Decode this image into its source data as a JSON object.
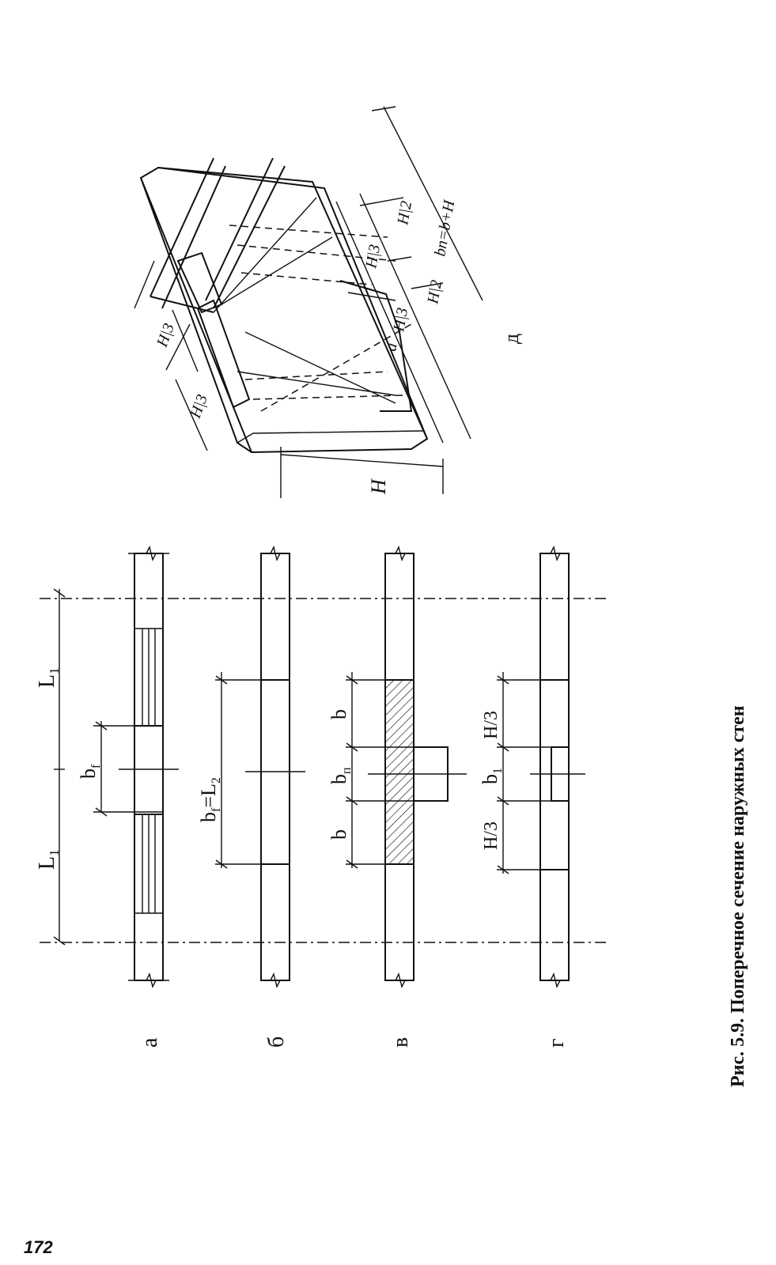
{
  "page_number": "172",
  "caption": "Рис. 5.9. Поперечное сечение наружных стен",
  "panel_labels": {
    "a": "а",
    "b": "б",
    "v": "в",
    "g": "г",
    "d": "д"
  },
  "dims_a": {
    "l1_left": "L",
    "l1_right": "L",
    "sub1": "1",
    "bf": "b",
    "bf_sub": "f"
  },
  "dims_b": {
    "bf_eq": "b",
    "bf_sub": "f",
    "eq": "=L",
    "eq_sub": "2"
  },
  "dims_v": {
    "b_left": "b",
    "bn": "b",
    "bn_sub": "п",
    "b_right": "b"
  },
  "dims_g": {
    "h3_left": "H/3",
    "b1": "b",
    "b1_sub": "1",
    "h3_right": "H/3"
  },
  "dims_d": {
    "h3_a": "H|3",
    "h3_b": "H|3",
    "h": "H",
    "h3_c": "H|3",
    "h2_a": "H|2",
    "h3_d": "H|3",
    "h2_b": "H|2",
    "bn_formula": "bп=b+H",
    "a_mark": "a"
  }
}
